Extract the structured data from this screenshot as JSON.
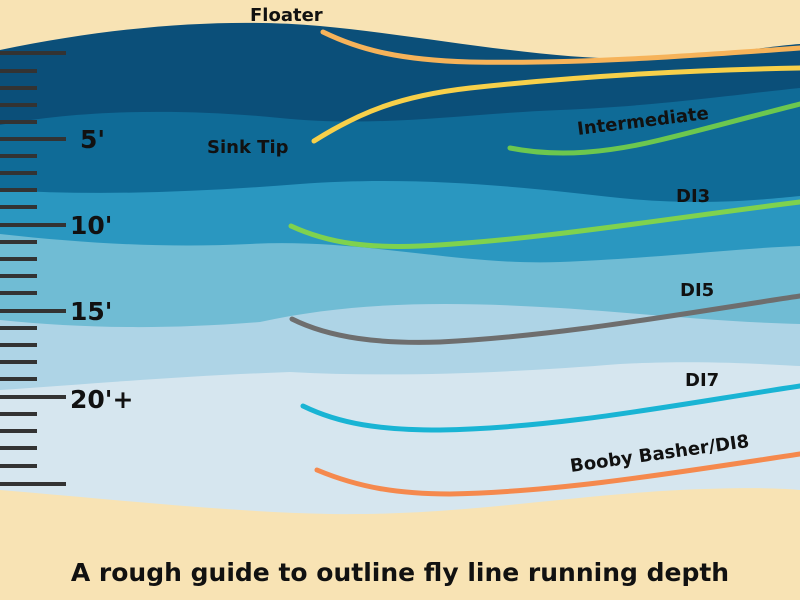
{
  "caption": "A rough guide to outline fly line running depth",
  "depth_markers": [
    "5'",
    "10'",
    "15'",
    "20'+"
  ],
  "fly_lines": [
    {
      "name": "Floater",
      "color": "#f6b35a"
    },
    {
      "name": "Sink Tip",
      "color": "#f7d04a"
    },
    {
      "name": "Intermediate",
      "color": "#6cc74f"
    },
    {
      "name": "DI3",
      "color": "#7fd24e"
    },
    {
      "name": "DI5",
      "color": "#6e6e6e"
    },
    {
      "name": "DI7",
      "color": "#19b4d4"
    },
    {
      "name": "Booby Basher/DI8",
      "color": "#f5894d"
    }
  ],
  "water_colors": [
    "#0b4f79",
    "#0f6b97",
    "#2a97c0",
    "#70bcd4",
    "#aed4e6",
    "#d6e6ef"
  ],
  "sand_color": "#f8e3b4"
}
